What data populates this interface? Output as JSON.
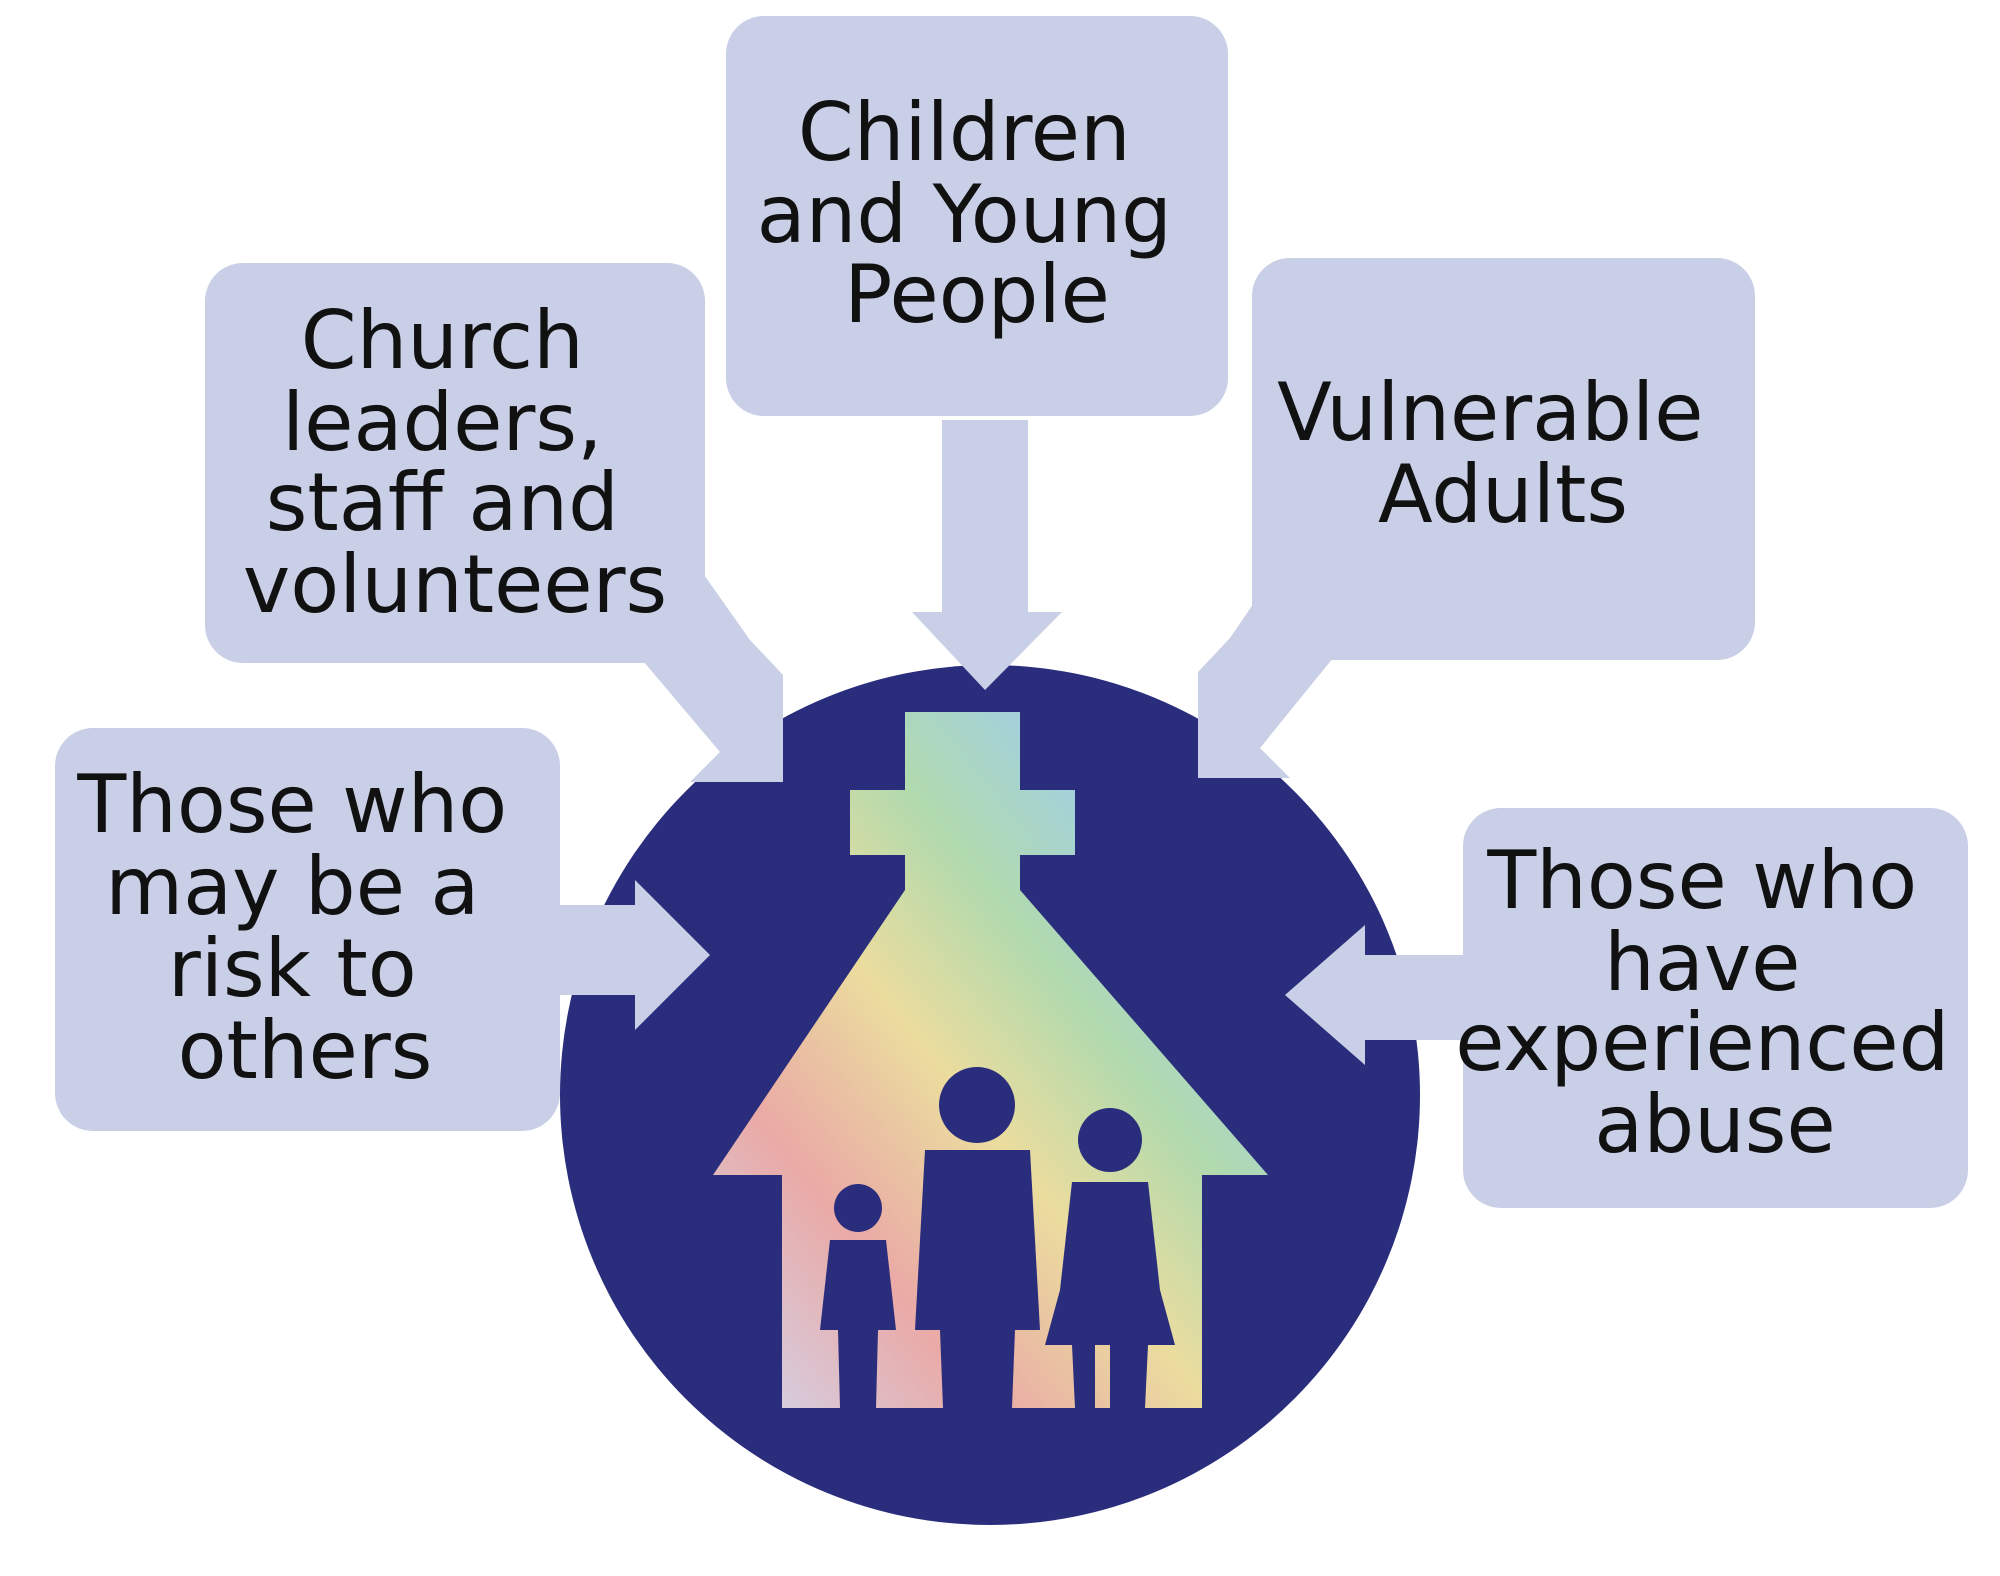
{
  "colors": {
    "card_fill": "#c8cfe6",
    "circle_fill": "#2a2d7c",
    "text": "#111111",
    "background": "#ffffff",
    "house_rainbow": [
      "#f4b0a8",
      "#f5e6a0",
      "#b8e3b0",
      "#a8d8e8",
      "#c0c6f0"
    ]
  },
  "boxes": [
    {
      "id": "church-leaders",
      "lines": [
        "Church",
        "leaders,",
        "staff and",
        "volunteers"
      ]
    },
    {
      "id": "children",
      "lines": [
        "Children",
        "and Young",
        "People"
      ]
    },
    {
      "id": "vulnerable-adults",
      "lines": [
        "Vulnerable",
        "Adults"
      ]
    },
    {
      "id": "risk",
      "lines": [
        "Those who",
        "may be a",
        "risk to",
        "others"
      ]
    },
    {
      "id": "abuse",
      "lines": [
        "Those who",
        "have",
        "experienced",
        "abuse"
      ]
    }
  ],
  "center": {
    "icon": "church-family-icon",
    "figures": [
      "child-figure",
      "adult-figure",
      "woman-figure"
    ]
  }
}
